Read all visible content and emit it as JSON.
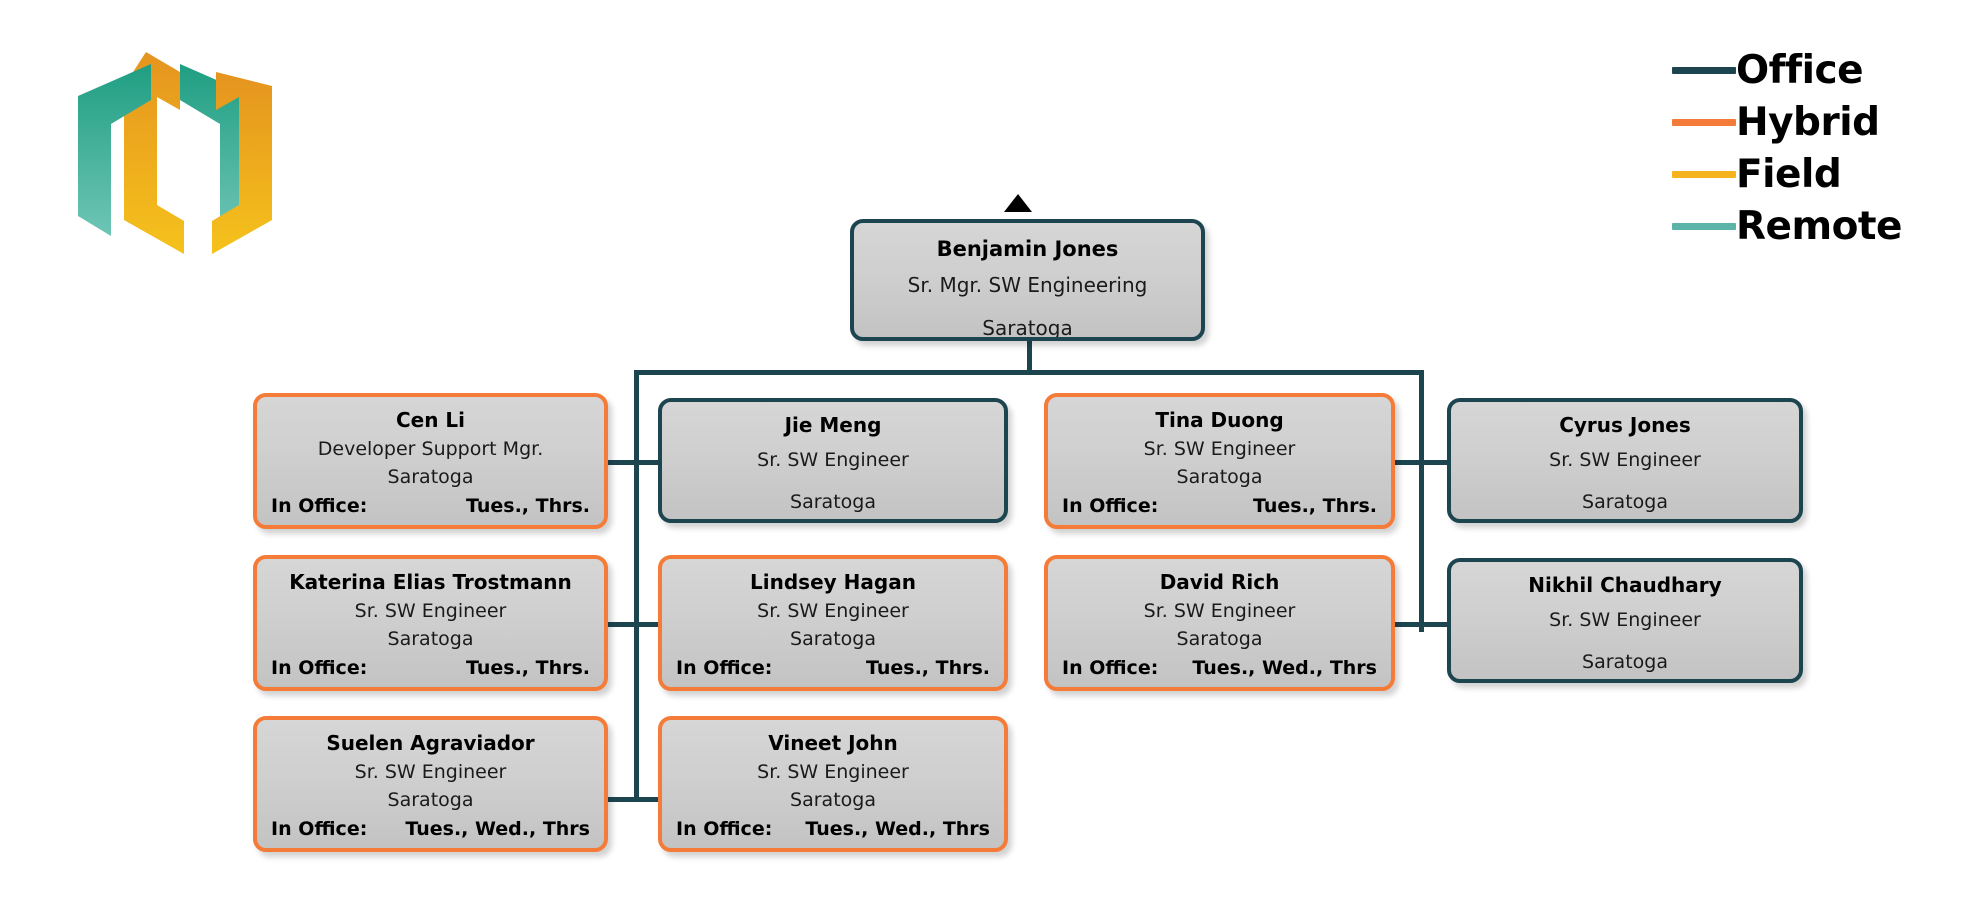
{
  "legend": {
    "items": [
      {
        "label": "Office",
        "color": "#1d4550",
        "icon": "legend-line-icon"
      },
      {
        "label": "Hybrid",
        "color": "#f47b38",
        "icon": "legend-line-icon"
      },
      {
        "label": "Field",
        "color": "#f5b31d",
        "icon": "legend-line-icon"
      },
      {
        "label": "Remote",
        "color": "#5cb3a8",
        "icon": "legend-line-icon"
      }
    ]
  },
  "logo": {
    "icon": "company-logo-icon",
    "colors": {
      "orange_top": "#e5941f",
      "yellow_bottom": "#f5c21b",
      "green_top": "#1f9e82",
      "teal_bottom": "#67c1b2"
    }
  },
  "chart_meta": {
    "office_label": "In Office:"
  },
  "root": {
    "name": "Benjamin Jones",
    "title": "Sr. Mgr. SW Engineering",
    "location": "Saratoga",
    "status": "Office",
    "accent": "#1d4550"
  },
  "nodes": [
    {
      "name": "Cen Li",
      "title": "Developer Support Mgr.",
      "location": "Saratoga",
      "office_label": "In Office:",
      "office_days": "Tues., Thrs.",
      "status": "Hybrid",
      "accent": "#f47b38"
    },
    {
      "name": "Jie Meng",
      "title": "Sr. SW Engineer",
      "location": "Saratoga",
      "office_label": "",
      "office_days": "",
      "status": "Office",
      "accent": "#1d4550"
    },
    {
      "name": "Tina Duong",
      "title": "Sr. SW Engineer",
      "location": "Saratoga",
      "office_label": "In Office:",
      "office_days": "Tues., Thrs.",
      "status": "Hybrid",
      "accent": "#f47b38"
    },
    {
      "name": "Cyrus Jones",
      "title": "Sr. SW Engineer",
      "location": "Saratoga",
      "office_label": "",
      "office_days": "",
      "status": "Office",
      "accent": "#1d4550"
    },
    {
      "name": "Katerina Elias Trostmann",
      "title": "Sr. SW Engineer",
      "location": "Saratoga",
      "office_label": "In Office:",
      "office_days": "Tues., Thrs.",
      "status": "Hybrid",
      "accent": "#f47b38"
    },
    {
      "name": "Lindsey Hagan",
      "title": "Sr. SW Engineer",
      "location": "Saratoga",
      "office_label": "In Office:",
      "office_days": "Tues., Thrs.",
      "status": "Hybrid",
      "accent": "#f47b38"
    },
    {
      "name": "David Rich",
      "title": "Sr. SW Engineer",
      "location": "Saratoga",
      "office_label": "In Office:",
      "office_days": "Tues., Wed., Thrs",
      "status": "Hybrid",
      "accent": "#f47b38"
    },
    {
      "name": "Nikhil Chaudhary",
      "title": "Sr. SW Engineer",
      "location": "Saratoga",
      "office_label": "",
      "office_days": "",
      "status": "Office",
      "accent": "#1d4550"
    },
    {
      "name": "Suelen Agraviador",
      "title": "Sr. SW Engineer",
      "location": "Saratoga",
      "office_label": "In Office:",
      "office_days": "Tues., Wed., Thrs",
      "status": "Hybrid",
      "accent": "#f47b38"
    },
    {
      "name": "Vineet John",
      "title": "Sr. SW Engineer",
      "location": "Saratoga",
      "office_label": "In Office:",
      "office_days": "Tues., Wed., Thrs",
      "status": "Hybrid",
      "accent": "#f47b38"
    }
  ]
}
